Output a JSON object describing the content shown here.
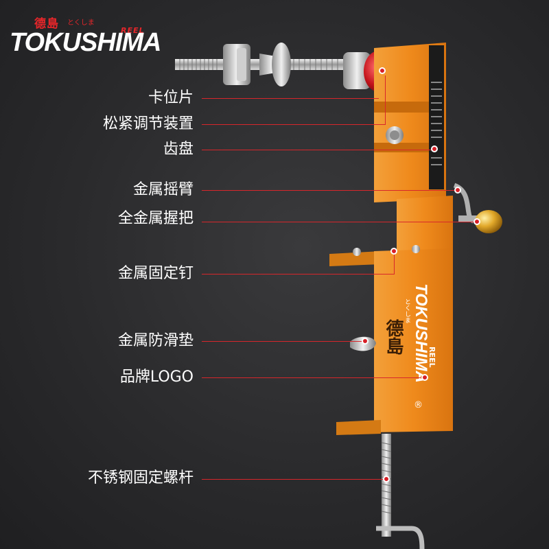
{
  "logo": {
    "brand_cn": "德島",
    "brand_kana": "とくしま",
    "brand_reel": "REEL",
    "brand_en": "TOKUSHIMA"
  },
  "product_engraving": {
    "cn": "德島",
    "kana": "とくしま",
    "reel": "REEL",
    "en": "TOKUSHIMA",
    "mark": "®"
  },
  "callouts": [
    {
      "label": "卡位片"
    },
    {
      "label": "松紧调节装置"
    },
    {
      "label": "齿盘"
    },
    {
      "label": "金属摇臂"
    },
    {
      "label": "全金属握把"
    },
    {
      "label": "金属固定钉"
    },
    {
      "label": "金属防滑垫"
    },
    {
      "label": "品牌LOGO"
    },
    {
      "label": "不锈钢固定螺杆"
    }
  ],
  "colors": {
    "accent_red": "#d81f26",
    "body_orange": "#f08a1c",
    "text": "#ffffff"
  }
}
